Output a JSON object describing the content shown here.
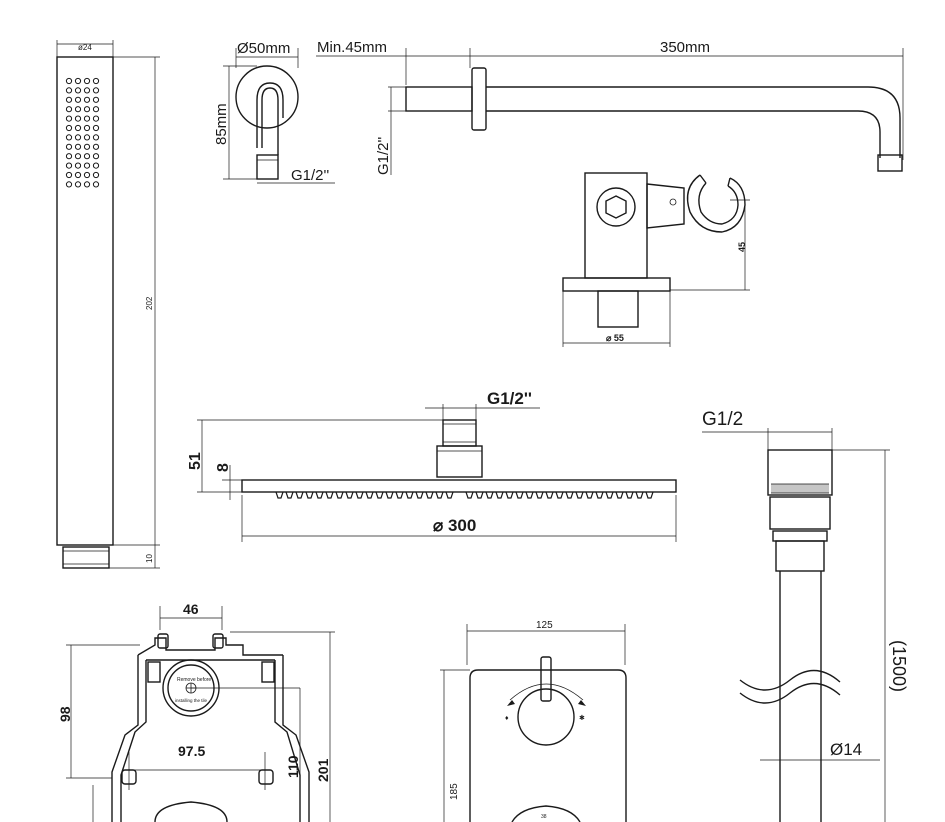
{
  "hand_shower": {
    "width": "ø24",
    "length": "202",
    "base": "10"
  },
  "wall_elbow": {
    "diameter": "Ø50mm",
    "height": "85mm",
    "thread": "G1/2''"
  },
  "shower_arm": {
    "min": "Min.45mm",
    "length": "350mm",
    "thread": "G1/2''"
  },
  "holder": {
    "height": "45",
    "diameter": "55"
  },
  "rain_head": {
    "thread": "G1/2''",
    "height": "51",
    "thickness": "8",
    "diameter": "300"
  },
  "hose": {
    "thread": "G1/2",
    "length": "(1500)",
    "diameter": "Ø14"
  },
  "valve_box": {
    "top_width": "46",
    "height_upper": "98",
    "inner_width": "97.5",
    "height_mid": "110",
    "height_total": "201",
    "sticker_line1": "Remove before",
    "sticker_line2": "installing the tile"
  },
  "trim_plate": {
    "width": "125",
    "height": "185",
    "scale_label": "38"
  }
}
